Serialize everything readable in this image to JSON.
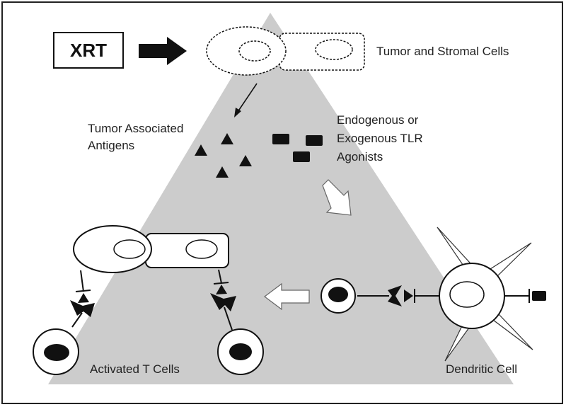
{
  "diagram": {
    "xrt_label": "XRT",
    "labels": {
      "tumor_stromal": "Tumor and Stromal Cells",
      "tumor_antigens_line1": "Tumor Associated",
      "tumor_antigens_line2": "Antigens",
      "tlr_line1": "Endogenous or",
      "tlr_line2": "Exogenous TLR",
      "tlr_line3": "Agonists",
      "activated_t_cells": "Activated T Cells",
      "dendritic_cell": "Dendritic Cell"
    },
    "colors": {
      "triangle_fill": "#cccccc",
      "stroke": "#111111",
      "background": "#ffffff"
    }
  }
}
